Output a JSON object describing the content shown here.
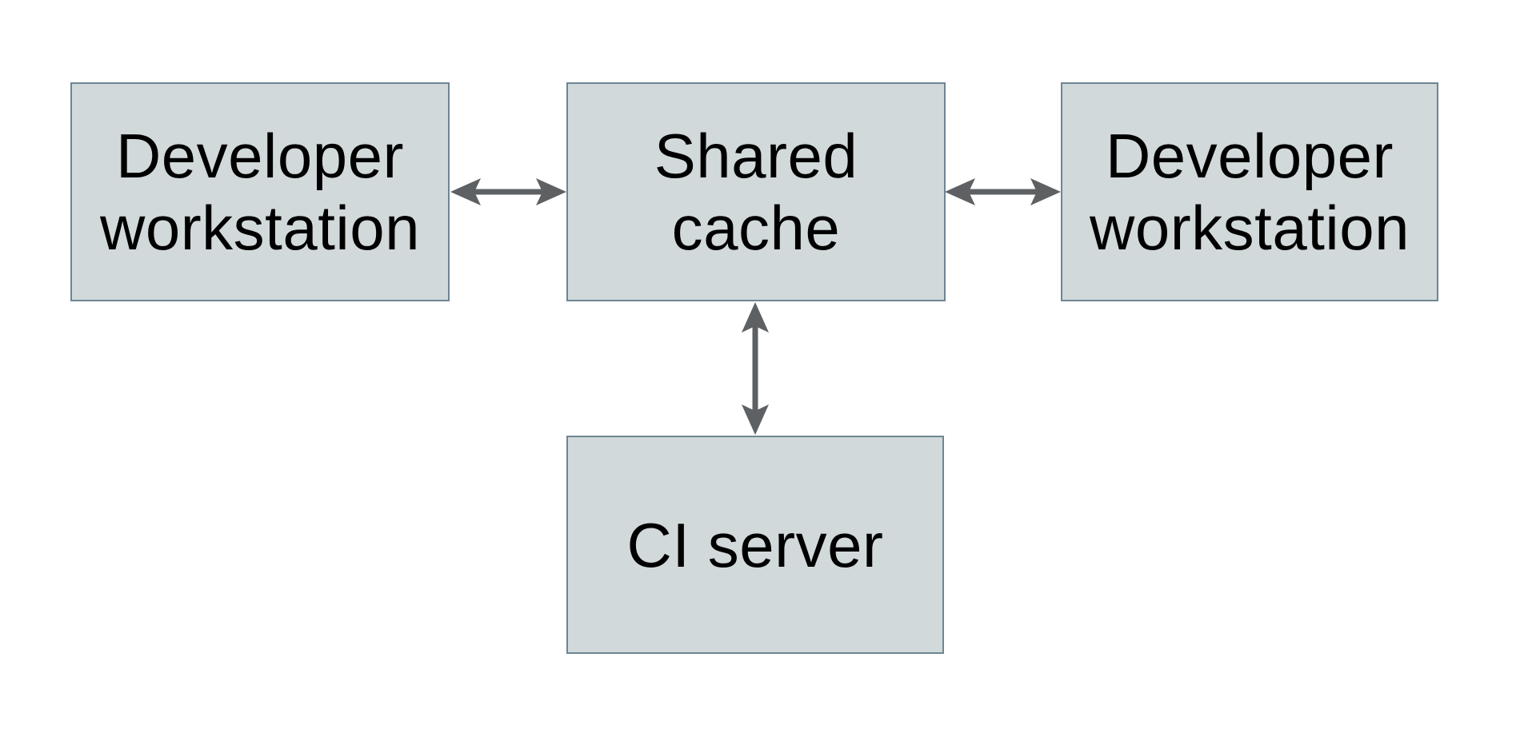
{
  "diagram": {
    "nodes": {
      "workstation_left": {
        "label": "Developer\nworkstation"
      },
      "shared_cache": {
        "label": "Shared\ncache"
      },
      "workstation_right": {
        "label": "Developer\nworkstation"
      },
      "ci_server": {
        "label": "CI server"
      }
    },
    "edges": [
      {
        "from": "workstation_left",
        "to": "shared_cache",
        "direction": "bidirectional",
        "orientation": "horizontal"
      },
      {
        "from": "shared_cache",
        "to": "workstation_right",
        "direction": "bidirectional",
        "orientation": "horizontal"
      },
      {
        "from": "shared_cache",
        "to": "ci_server",
        "direction": "bidirectional",
        "orientation": "vertical"
      }
    ],
    "colors": {
      "background": "#ffffff",
      "node_fill": "#d2d9db",
      "node_border": "#6e8693",
      "arrow": "#5e6164",
      "text": "#000000"
    }
  }
}
